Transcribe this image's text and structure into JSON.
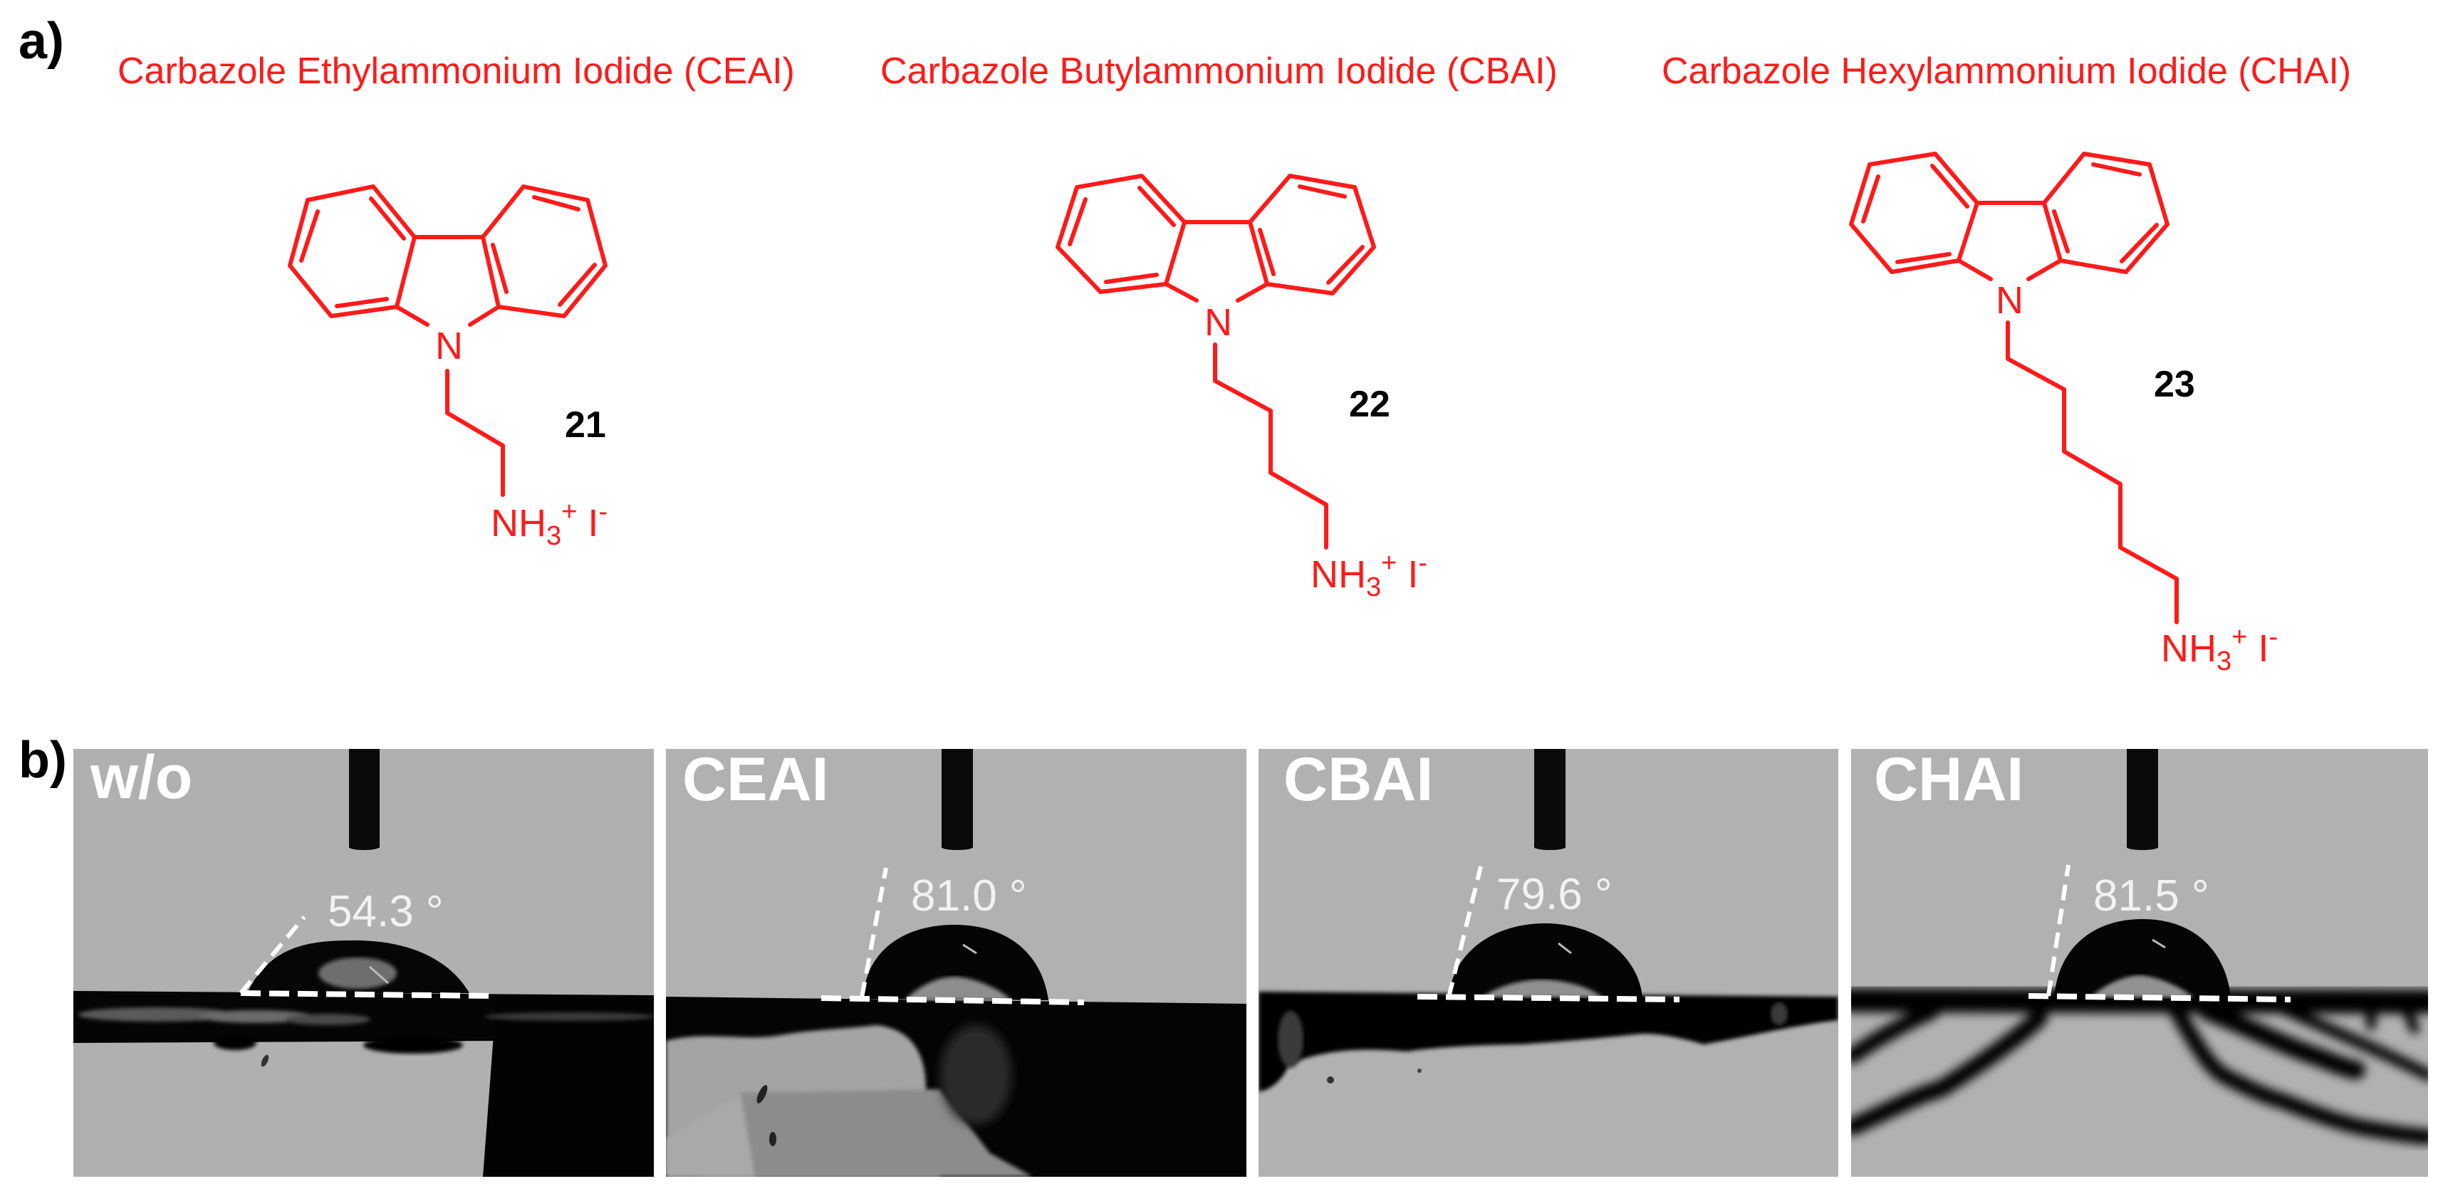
{
  "panel_a": {
    "label": "a)",
    "accent_color": "#ff1a1a",
    "compounds": [
      {
        "title": "Carbazole Ethylammonium Iodide (CEAI)",
        "number": "21",
        "n_atom": "N",
        "amine": "NH",
        "amine_sub": "3",
        "amine_sup": "+",
        "counter_ion": "I",
        "counter_sup": "-",
        "chain_carbons": 2
      },
      {
        "title": "Carbazole Butylammonium Iodide (CBAI)",
        "number": "22",
        "n_atom": "N",
        "amine": "NH",
        "amine_sub": "3",
        "amine_sup": "+",
        "counter_ion": "I",
        "counter_sup": "-",
        "chain_carbons": 4
      },
      {
        "title": "Carbazole Hexylammonium Iodide (CHAI)",
        "number": "23",
        "n_atom": "N",
        "amine": "NH",
        "amine_sub": "3",
        "amine_sup": "+",
        "counter_ion": "I",
        "counter_sup": "-",
        "chain_carbons": 6
      }
    ]
  },
  "panel_b": {
    "label": "b)",
    "photos": [
      {
        "label": "w/o",
        "angle": "54.3 °"
      },
      {
        "label": "CEAI",
        "angle": "81.0 °"
      },
      {
        "label": "CBAI",
        "angle": "79.6 °"
      },
      {
        "label": "CHAI",
        "angle": "81.5 °"
      }
    ]
  }
}
